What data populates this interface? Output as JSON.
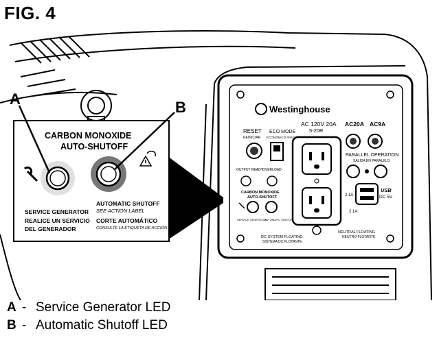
{
  "figure": {
    "title": "FIG. 4"
  },
  "callouts": {
    "a": "A",
    "b": "B"
  },
  "zoom": {
    "title_line1": "CARBON MONOXIDE",
    "title_line2": "AUTO-SHUTOFF",
    "service_en": "SERVICE GENERATOR",
    "service_es_line1": "REALICE UN SERVICIO",
    "service_es_line2": "DEL GENERADOR",
    "shutoff_en": "AUTOMATIC SHUTOFF",
    "shutoff_en_note": "SEE ACTION LABEL",
    "shutoff_es": "CORTE AUTOMÁTICO",
    "shutoff_es_note": "CONSULTE LA ETIQUETA DE ACCIÓN"
  },
  "panel": {
    "brand": "Westinghouse",
    "reset": "RESET",
    "reset_es": "REINICIAR",
    "eco_mode": "ECO MODE",
    "eco_mode_es": "ECONÓMICO APAGADO",
    "ac_outlet_line1": "AC 120V 20A",
    "ac_outlet_line2": "5-20R",
    "ac20a": "AC20A",
    "ac9a": "AC9A",
    "parallel": "PARALLEL OPERATION",
    "parallel_es": "SALIDA EN PARALELO",
    "output_ready": "OUTPUT READY",
    "overload": "OVERLOAD",
    "co_line1": "CARBON MONOXIDE",
    "co_line2": "AUTO-SHUTOFF",
    "usb_line1": "USB",
    "usb_line2": "DC 5V",
    "usb_amp_top": "2.1A",
    "usb_amp_bottom": "2.1A",
    "dc_floating": "DC SYSTEM FLOATING",
    "dc_floating_es": "SISTEMA DC FLOTANTE",
    "neutral_floating": "NEUTRAL FLOATING",
    "neutral_floating_es": "NEUTRO FLOTANTE",
    "service_small": "SERVICE GENERATOR",
    "shutoff_small": "AUTOMATIC SHUTOFF"
  },
  "legend": [
    {
      "key": "A",
      "dash": "-",
      "text": "Service Generator LED"
    },
    {
      "key": "B",
      "dash": "-",
      "text": "Automatic Shutoff LED"
    }
  ]
}
